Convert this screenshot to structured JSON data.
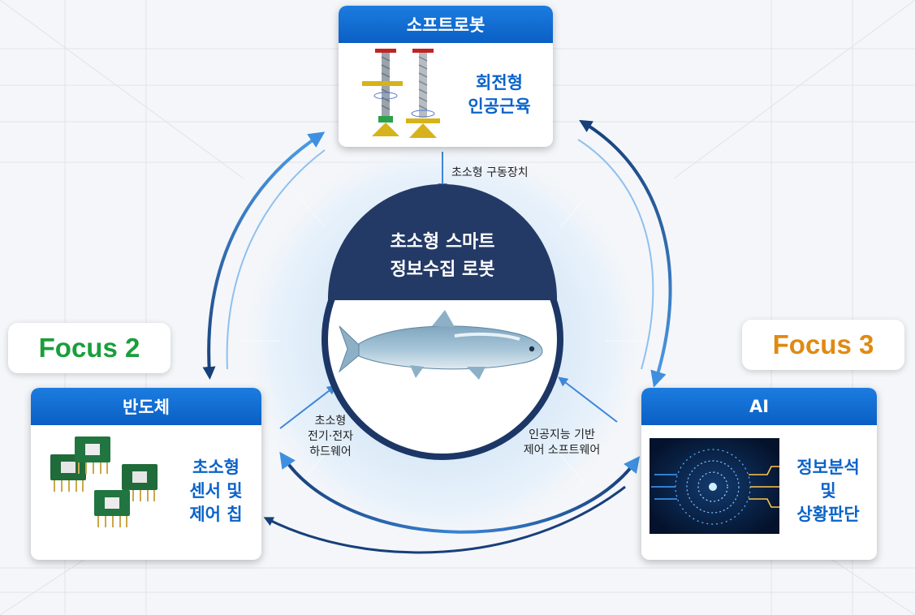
{
  "top_card": {
    "title": "소프트로봇",
    "desc_line1": "회전형",
    "desc_line2": "인공근육"
  },
  "left_card": {
    "title": "반도체",
    "desc_line1": "초소형",
    "desc_line2": "센서 및",
    "desc_line3": "제어 칩"
  },
  "right_card": {
    "title": "AI",
    "desc_line1": "정보분석",
    "desc_line2": "및",
    "desc_line3": "상황판단"
  },
  "focus_left": {
    "label": "Focus 2",
    "color": "#1a9e3c"
  },
  "focus_right": {
    "label": "Focus 3",
    "color": "#e08a12"
  },
  "center": {
    "line1": "초소형 스마트",
    "line2": "정보수집 로봇"
  },
  "edges": {
    "top_to_center": "초소형 구동장치",
    "left_to_center_line1": "초소형",
    "left_to_center_line2": "전기·전자",
    "left_to_center_line3": "하드웨어",
    "right_to_center_line1": "인공지능 기반",
    "right_to_center_line2": "제어 소프트웨어"
  },
  "colors": {
    "accent": "#0a63c9",
    "navy": "#243a66",
    "arrow_light": "#5ea8ee",
    "arrow_dark": "#173f7a"
  }
}
